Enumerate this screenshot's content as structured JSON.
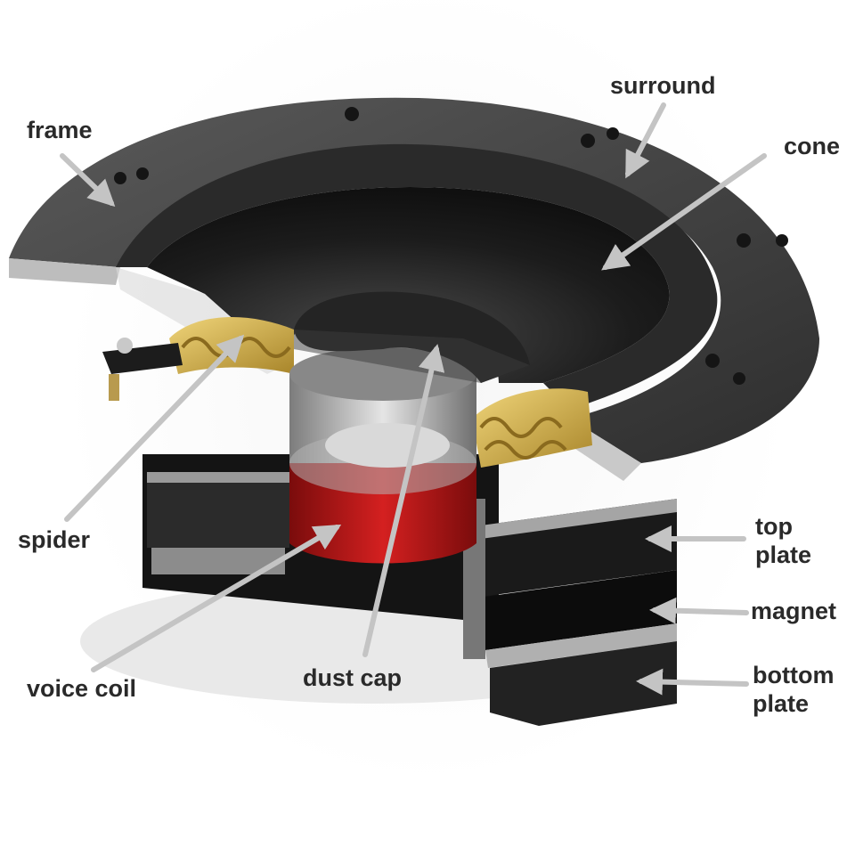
{
  "labels": {
    "frame": "frame",
    "surround": "surround",
    "cone": "cone",
    "spider": "spider",
    "top_plate": "top plate",
    "magnet": "magnet",
    "bottom_plate": "bottom plate",
    "voice_coil": "voice coil",
    "dust_cap": "dust cap"
  },
  "colors": {
    "background": "#ffffff",
    "label_text": "#2a2a2a",
    "arrow": "#c4c4c4",
    "frame_metal": "#3f3f3f",
    "cone": "#1f1f1f",
    "spider": "#d4b04a",
    "voice_coil": "#b01515",
    "magnet": "#111111",
    "plates": "#8c8c8c"
  }
}
